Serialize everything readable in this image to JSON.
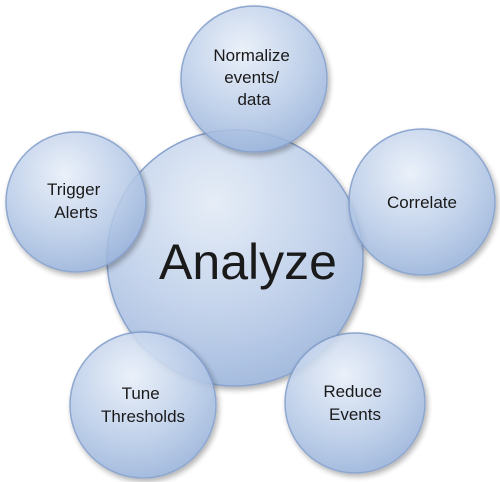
{
  "diagram": {
    "center": {
      "label": "Analyze"
    },
    "nodes": [
      {
        "id": "normalize",
        "lines": [
          "Normalize",
          "events/",
          "data"
        ]
      },
      {
        "id": "correlate",
        "lines": [
          "Correlate"
        ]
      },
      {
        "id": "reduce",
        "lines": [
          "Reduce",
          "Events"
        ]
      },
      {
        "id": "tune",
        "lines": [
          "Tune",
          "Thresholds"
        ]
      },
      {
        "id": "trigger",
        "lines": [
          "Trigger",
          "Alerts"
        ]
      }
    ],
    "colors": {
      "fill_light": "#dfe8f5",
      "fill_mid": "#b3c7e6",
      "fill_dark": "#8eabd6",
      "stroke": "#7f9bc9",
      "text": "#1a1a1a"
    }
  }
}
